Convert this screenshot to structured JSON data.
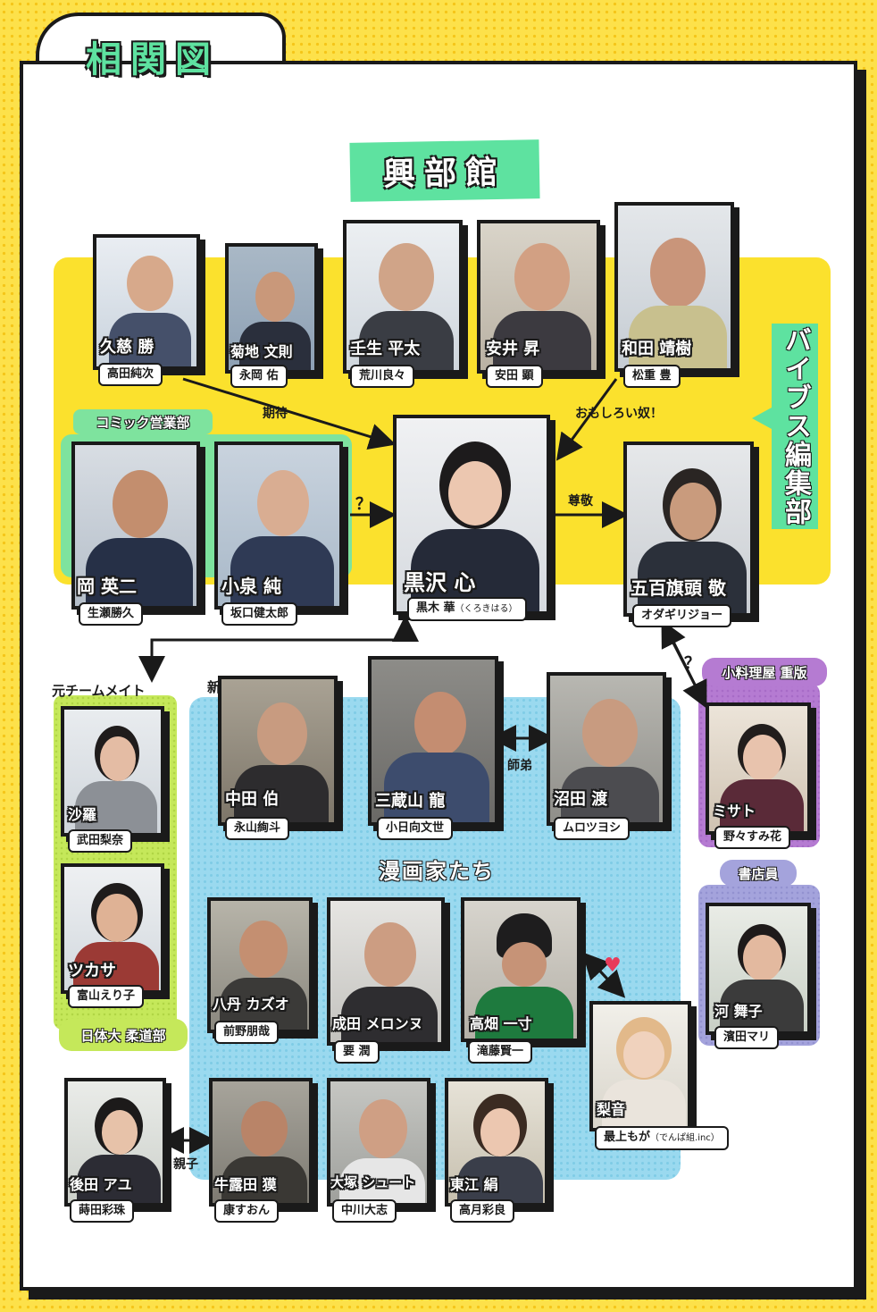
{
  "title": "相関図",
  "company": "興部館",
  "groups": {
    "vibes": "バイブス編集部",
    "comic_sales": "コミック営業部",
    "former_team": "元チームメイト",
    "judo": "日体大 柔道部",
    "newcomer": "新人",
    "manga_artists": "漫画家たち",
    "restaurant": "小料理屋 重版",
    "bookstore": "書店員"
  },
  "relations": {
    "kitai": "期待",
    "interesting": "おもしろい奴！",
    "respect": "尊敬",
    "question1": "？",
    "question2": "？",
    "shitei": "師弟",
    "oyako": "親子"
  },
  "people": [
    {
      "id": "kuji",
      "role": "久慈 勝",
      "actor": "高田純次"
    },
    {
      "id": "kikuchi",
      "role": "菊地 文則",
      "actor": "永岡 佑"
    },
    {
      "id": "mibu",
      "role": "壬生 平太",
      "actor": "荒川良々"
    },
    {
      "id": "yasui",
      "role": "安井 昇",
      "actor": "安田 顕"
    },
    {
      "id": "wada",
      "role": "和田 靖樹",
      "actor": "松重 豊"
    },
    {
      "id": "oka",
      "role": "岡 英二",
      "actor": "生瀬勝久"
    },
    {
      "id": "koizumi",
      "role": "小泉 純",
      "actor": "坂口健太郎"
    },
    {
      "id": "kurosawa",
      "role": "黒沢 心",
      "actor": "黒木 華",
      "actor_note": "（くろきはる）"
    },
    {
      "id": "iokibe",
      "role": "五百旗頭 敬",
      "actor": "オダギリジョー"
    },
    {
      "id": "sara",
      "role": "沙羅",
      "actor": "武田梨奈"
    },
    {
      "id": "tsukasa",
      "role": "ツカサ",
      "actor": "富山えり子"
    },
    {
      "id": "nakata",
      "role": "中田 伯",
      "actor": "永山絢斗"
    },
    {
      "id": "mikurayama",
      "role": "三蔵山 龍",
      "actor": "小日向文世"
    },
    {
      "id": "numata",
      "role": "沼田 渡",
      "actor": "ムロツヨシ"
    },
    {
      "id": "misato",
      "role": "ミサト",
      "actor": "野々すみ花"
    },
    {
      "id": "kawa",
      "role": "河 舞子",
      "actor": "濱田マリ"
    },
    {
      "id": "hachioka",
      "role": "八丹 カズオ",
      "actor": "前野朋哉"
    },
    {
      "id": "narita",
      "role": "成田 メロンヌ",
      "actor": "要 潤"
    },
    {
      "id": "takahata",
      "role": "高畑 一寸",
      "actor": "滝藤賢一"
    },
    {
      "id": "rinne",
      "role": "梨音",
      "actor": "最上もが",
      "actor_note": "（でんぱ組.inc）"
    },
    {
      "id": "goda",
      "role": "後田 アユ",
      "actor": "蒔田彩珠"
    },
    {
      "id": "ushiroda",
      "role": "牛露田 獏",
      "actor": "康すおん"
    },
    {
      "id": "otsuka",
      "role": "大塚 シュート",
      "actor": "中川大志"
    },
    {
      "id": "higashie",
      "role": "東江 絹",
      "actor": "高月彩良"
    }
  ],
  "colors": {
    "mint": "#5ee2a0",
    "yellow": "#fbe12d",
    "sky": "#9ad9ef",
    "lime": "#c5e85a",
    "purple": "#b57bd2",
    "lavender": "#a4a3dc",
    "heart": "#e83b5a"
  }
}
